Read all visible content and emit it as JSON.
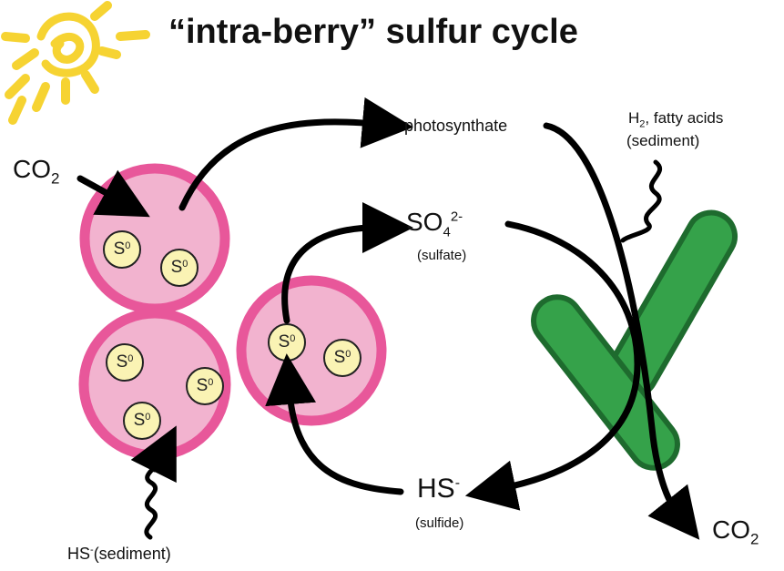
{
  "title": "“intra-berry” sulfur cycle",
  "labels": {
    "photosynthate": "photosynthate",
    "h2_prefix": "H",
    "h2_sub": "2",
    "h2_rest": ", fatty acids",
    "h2_sediment": "(sediment)",
    "co2_left_main": "CO",
    "co2_left_sub": "2",
    "so4_main": "SO",
    "so4_sub": "4",
    "so4_sup": "2-",
    "sulfate": "(sulfate)",
    "hs_main": "HS",
    "hs_sup": "-",
    "sulfide": "(sulfide)",
    "co2_right_main": "CO",
    "co2_right_sub": "2",
    "hs_sediment_main": "HS",
    "hs_sediment_sup": "-",
    "hs_sediment_rest": "(sediment)",
    "sulfur_granule_base": "S",
    "sulfur_granule_sup": "0"
  },
  "colors": {
    "berry_outer": "#e8579a",
    "berry_inner": "#f2b3cf",
    "granule_fill": "#faf3b4",
    "bacterium_fill": "#35a24a",
    "bacterium_stroke": "#1e6b2e",
    "sun": "#f6d332",
    "arrow": "#000000"
  },
  "icons": {
    "sun": "sun-icon",
    "bacterium": "rod-bacterium-icon"
  }
}
